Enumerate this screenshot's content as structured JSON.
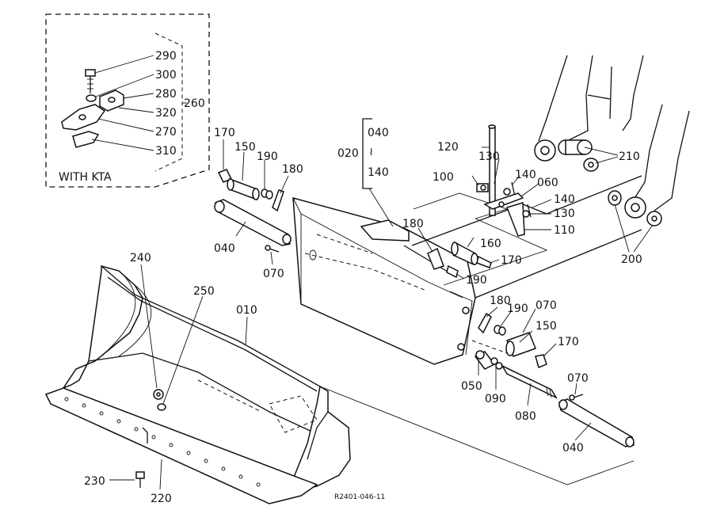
{
  "inset": {
    "caption": "WITH KTA"
  },
  "callouts": {
    "c290": "290",
    "c300": "300",
    "c280": "280",
    "c320": "320",
    "c260": "260",
    "c270": "270",
    "c310": "310",
    "c170a": "170",
    "c150a": "150",
    "c190a": "190",
    "c180a": "180",
    "c040a": "040",
    "c070a": "070",
    "c020": "020",
    "c040r": "040",
    "c_tilde": "≀",
    "c140r": "140",
    "c120": "120",
    "c130a": "130",
    "c140a": "140",
    "c100": "100",
    "c060": "060",
    "c140b": "140",
    "c130b": "130",
    "c110": "110",
    "c210": "210",
    "c200": "200",
    "c180b": "180",
    "c160": "160",
    "c170b": "170",
    "c190b": "190",
    "c240": "240",
    "c250": "250",
    "c010": "010",
    "c180c": "180",
    "c190c": "190",
    "c070b": "070",
    "c150b": "150",
    "c170c": "170",
    "c050": "050",
    "c090": "090",
    "c080": "080",
    "c070c": "070",
    "c040b": "040",
    "c230": "230",
    "c220": "220"
  },
  "reference_code": "R2401-046-11"
}
